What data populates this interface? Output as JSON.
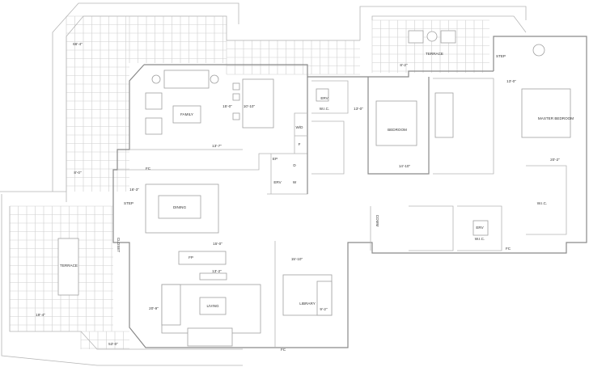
{
  "rooms": {
    "family": "FAMILY",
    "dining": "DINING",
    "living": "LIVING",
    "library": "LIBRARY",
    "bedroom": "BEDROOM",
    "master_bedroom": "MASTER BEDROOM",
    "terrace_west": "TERRACE",
    "terrace_north": "TERRACE",
    "wic_1": "W.I.C.",
    "wic_master": "W.I.C.",
    "wic_3": "W.I.C.",
    "step_1": "STEP",
    "step_2": "STEP",
    "fp": "FP",
    "fc_1": "FC",
    "fc_2": "FC",
    "fc_3": "FC",
    "erv_1": "ERV",
    "erv_2": "ERV",
    "erv_3": "ERV",
    "ep": "EP",
    "d": "D",
    "w": "W",
    "wd": "W/D",
    "f": "F",
    "closet": "CLOSET",
    "comm": "COMM"
  },
  "dimensions": {
    "d_66_4": "66'-4\"",
    "d_15_0_a": "15'-0\"",
    "d_10_10": "10'-10\"",
    "d_13_7": "13'-7\"",
    "d_8_0": "8'-0\"",
    "d_16_3": "16'-3\"",
    "d_15_0_b": "15'-0\"",
    "d_13_2": "13'-2\"",
    "d_20_9": "20'-9\"",
    "d_19_4": "19'-4\"",
    "d_53_0": "53'-0\"",
    "d_15_10": "15'-10\"",
    "d_9_2": "9'-2\"",
    "d_8_2": "8'-2\"",
    "d_13_0_a": "13'-0\"",
    "d_14_10": "14'-10\"",
    "d_13_0_b": "13'-0\"",
    "d_20_2": "20'-2\""
  },
  "colors": {
    "wall": "#8a8a8a",
    "grid": "#cfcfcf",
    "text": "#333333"
  }
}
